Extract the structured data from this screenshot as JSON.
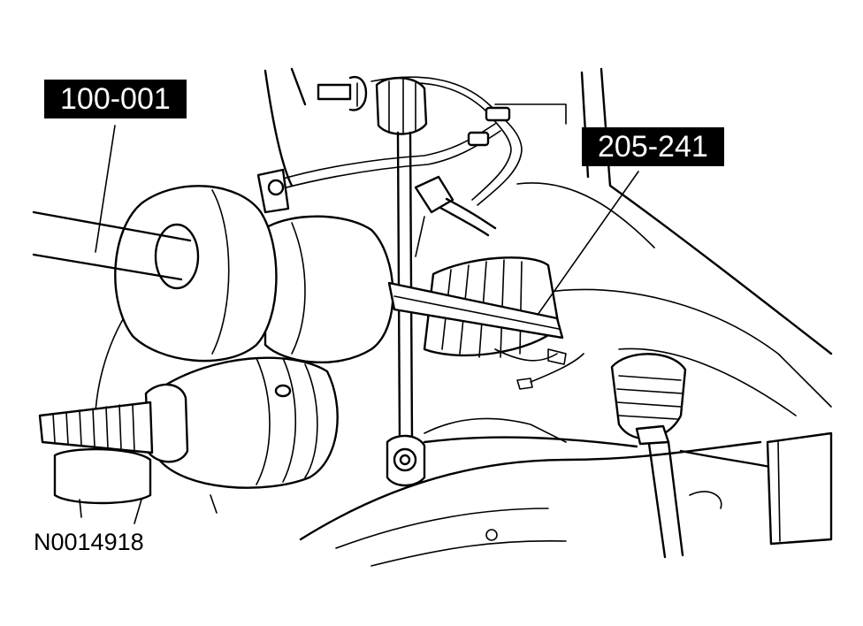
{
  "labels": {
    "tool_a": "100-001",
    "tool_b": "205-241",
    "figure_id": "N0014918"
  },
  "colors": {
    "ink": "#000000",
    "paper": "#ffffff",
    "label_fill": "#000000",
    "label_text": "#ffffff"
  }
}
